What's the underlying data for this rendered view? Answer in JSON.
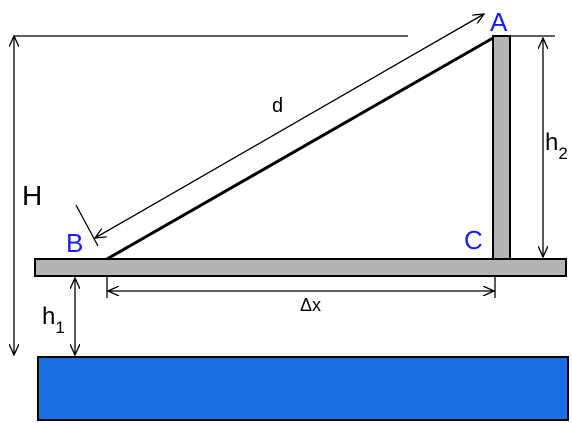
{
  "points": {
    "a": "A",
    "b": "B",
    "c": "C"
  },
  "labels": {
    "d": "d",
    "h2": {
      "base": "h",
      "sub": "2"
    },
    "H": "H",
    "h1": {
      "base": "h",
      "sub": "1"
    },
    "dx": "Δx"
  },
  "colors": {
    "point_label": "#1a1aff",
    "platform_fill": "#b4b4b4",
    "water_fill": "#1a6fe0",
    "line": "#000000"
  }
}
